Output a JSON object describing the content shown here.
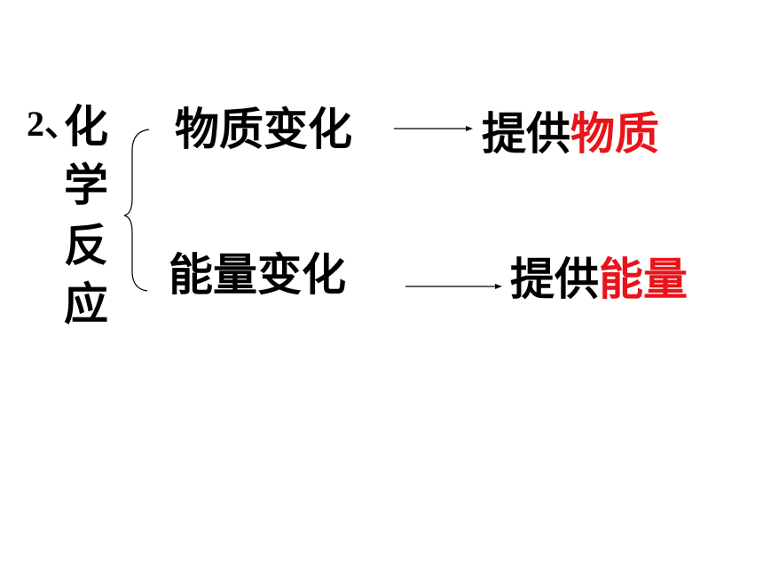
{
  "diagram": {
    "number": "2、",
    "title_chars": [
      "化",
      "学",
      "反",
      "应"
    ],
    "branches": [
      {
        "change": "物质变化",
        "result_prefix": "提供",
        "result_highlight": "物质"
      },
      {
        "change": "能量变化",
        "result_prefix": "提供",
        "result_highlight": "能量"
      }
    ],
    "colors": {
      "text": "#000000",
      "highlight": "#e8141b"
    }
  }
}
